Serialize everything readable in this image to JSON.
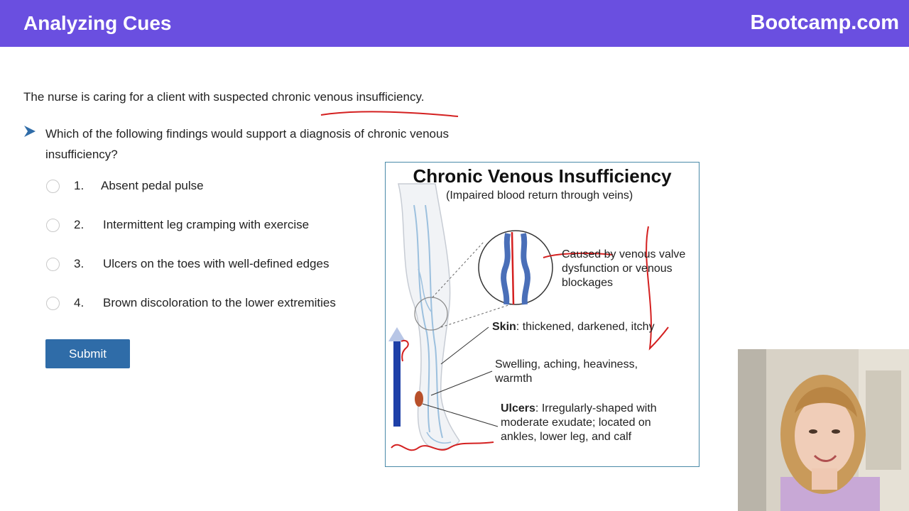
{
  "header": {
    "title": "Analyzing Cues",
    "brand": "Bootcamp.com"
  },
  "question": {
    "stem": "The nurse is caring for a client with suspected chronic venous insufficiency.",
    "prompt": "Which of the following findings would support a diagnosis of chronic venous insufficiency?",
    "options": [
      {
        "number": "1.",
        "text": "Absent pedal pulse"
      },
      {
        "number": "2.",
        "text": "Intermittent leg cramping with exercise"
      },
      {
        "number": "3.",
        "text": "Ulcers on the toes with well-defined edges"
      },
      {
        "number": "4.",
        "text": "Brown discoloration to the lower extremities"
      }
    ],
    "submit_label": "Submit"
  },
  "figure": {
    "title": "Chronic Venous Insufficiency",
    "subtitle": "(Impaired blood return through veins)",
    "cause_label": "Caused by venous valve dysfunction or venous blockages",
    "skin_bold": "Skin",
    "skin_text": ": thickened, darkened, itchy",
    "swelling_text": "Swelling, aching, heaviness, warmth",
    "ulcers_bold": "Ulcers",
    "ulcers_text": ": Irregularly-shaped with moderate exudate; located on ankles, lower leg, and calf"
  },
  "colors": {
    "header_bg": "#6a4fe0",
    "submit_bg": "#2f6ca8",
    "annotation_red": "#d42020",
    "arrow_blue": "#1e40a8"
  }
}
